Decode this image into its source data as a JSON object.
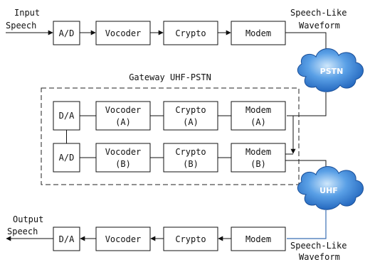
{
  "labels": {
    "input_speech_line1": "Input",
    "input_speech_line2": "Speech",
    "output_speech_line1": "Output",
    "output_speech_line2": "Speech",
    "speech_like_top_line1": "Speech-Like",
    "speech_like_top_line2": "Waveform",
    "speech_like_bottom_line1": "Speech-Like",
    "speech_like_bottom_line2": "Waveform",
    "gateway_title": "Gateway UHF-PSTN"
  },
  "top_chain": {
    "ad": "A/D",
    "vocoder": "Vocoder",
    "crypto": "Crypto",
    "modem": "Modem"
  },
  "gateway_a": {
    "da": "D/A",
    "vocoder_line1": "Vocoder",
    "vocoder_line2": "(A)",
    "crypto_line1": "Crypto",
    "crypto_line2": "(A)",
    "modem_line1": "Modem",
    "modem_line2": "(A)"
  },
  "gateway_b": {
    "ad": "A/D",
    "vocoder_line1": "Vocoder",
    "vocoder_line2": "(B)",
    "crypto_line1": "Crypto",
    "crypto_line2": "(B)",
    "modem_line1": "Modem",
    "modem_line2": "(B)"
  },
  "bottom_chain": {
    "da": "D/A",
    "vocoder": "Vocoder",
    "crypto": "Crypto",
    "modem": "Modem"
  },
  "networks": {
    "pstn": "PSTN",
    "uhf": "UHF"
  },
  "colors": {
    "cloud_fill": "#2f78d0",
    "cloud_light": "#a9d2f3",
    "link_blue": "#3a6fb4"
  }
}
